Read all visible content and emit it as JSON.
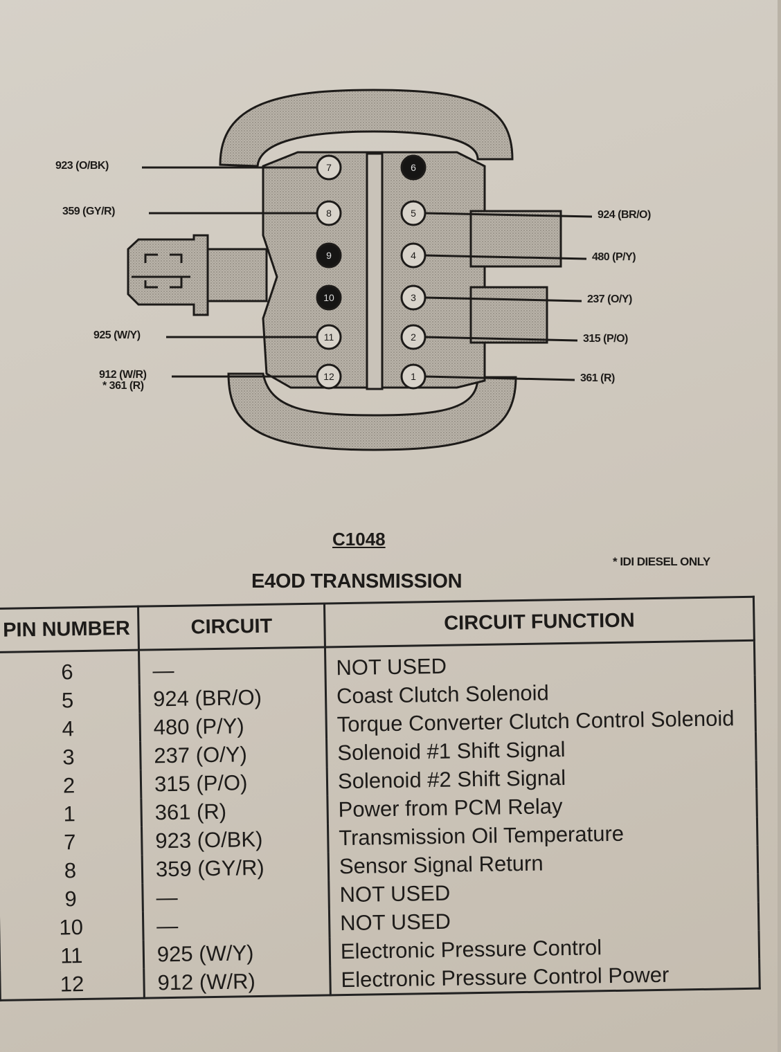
{
  "connector": {
    "id": "C1048",
    "title": "E4OD TRANSMISSION",
    "note": "* IDI DIESEL ONLY",
    "pins": [
      {
        "pin": "7",
        "filled": false,
        "wire_label": "923 (O/BK)"
      },
      {
        "pin": "8",
        "filled": false,
        "wire_label": "359 (GY/R)"
      },
      {
        "pin": "9",
        "filled": true,
        "wire_label": ""
      },
      {
        "pin": "10",
        "filled": true,
        "wire_label": ""
      },
      {
        "pin": "11",
        "filled": false,
        "wire_label": "925 (W/Y)"
      },
      {
        "pin": "12",
        "filled": false,
        "wire_label": "912 (W/R)",
        "wire_label_2": "* 361 (R)"
      },
      {
        "pin": "6",
        "filled": true,
        "wire_label": ""
      },
      {
        "pin": "5",
        "filled": false,
        "wire_label": "924 (BR/O)"
      },
      {
        "pin": "4",
        "filled": false,
        "wire_label": "480 (P/Y)"
      },
      {
        "pin": "3",
        "filled": false,
        "wire_label": "237 (O/Y)"
      },
      {
        "pin": "2",
        "filled": false,
        "wire_label": "315 (P/O)"
      },
      {
        "pin": "1",
        "filled": false,
        "wire_label": "361 (R)"
      }
    ]
  },
  "table": {
    "headers": [
      "PIN NUMBER",
      "CIRCUIT",
      "CIRCUIT FUNCTION"
    ],
    "rows": [
      [
        "6",
        "—",
        "NOT USED"
      ],
      [
        "5",
        "924 (BR/O)",
        "Coast Clutch Solenoid"
      ],
      [
        "4",
        "480 (P/Y)",
        "Torque Converter Clutch Control Solenoid"
      ],
      [
        "3",
        "237 (O/Y)",
        "Solenoid #1 Shift Signal"
      ],
      [
        "2",
        "315 (P/O)",
        "Solenoid #2 Shift Signal"
      ],
      [
        "1",
        "361 (R)",
        "Power from PCM Relay"
      ],
      [
        "7",
        "923 (O/BK)",
        "Transmission Oil Temperature"
      ],
      [
        "8",
        "359 (GY/R)",
        "Sensor Signal Return"
      ],
      [
        "9",
        "—",
        "NOT USED"
      ],
      [
        "10",
        "—",
        "NOT USED"
      ],
      [
        "11",
        "925 (W/Y)",
        "Electronic Pressure Control"
      ],
      [
        "12",
        "912 (W/R)",
        "Electronic Pressure Control Power"
      ]
    ]
  }
}
